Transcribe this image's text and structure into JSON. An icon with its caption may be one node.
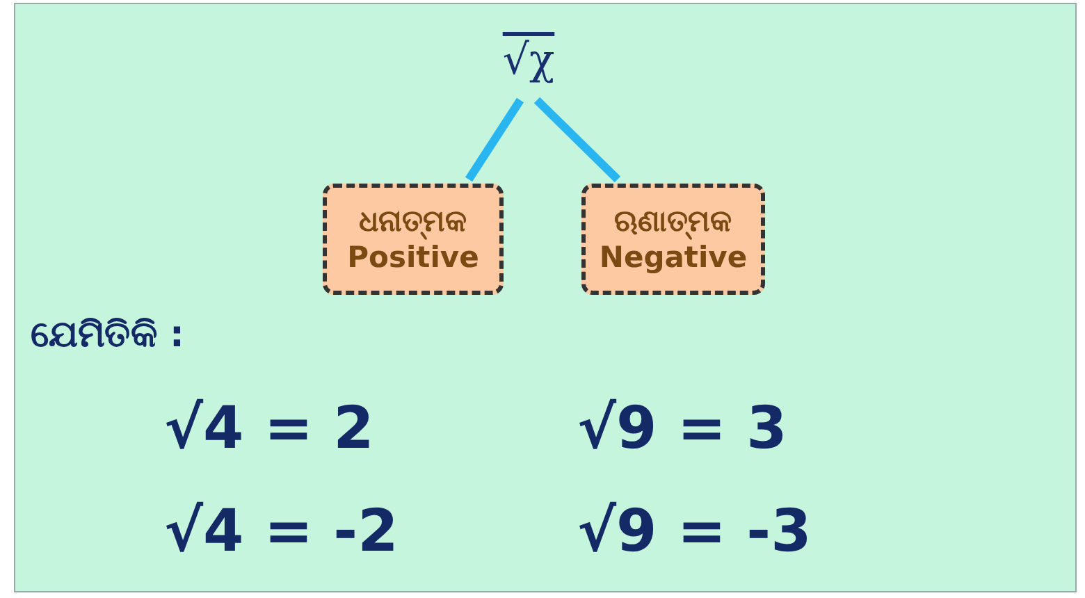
{
  "diagram": {
    "nodes": [
      {
        "text": [
          "√χ"
        ]
      },
      {
        "text": [
          "ଧନାତ୍ମକ",
          "Positive"
        ]
      },
      {
        "text": [
          "ଋଣାତ୍ମକ",
          "Negative"
        ]
      }
    ],
    "edges": [
      {
        "from": 0,
        "to": 1,
        "arrow": "none"
      },
      {
        "from": 0,
        "to": 2,
        "arrow": "none"
      }
    ],
    "labels": [
      "ଯେମିତିକି :",
      "√4 = 2",
      "√9 = 3",
      "√4 = -2",
      "√9 = -3"
    ]
  }
}
